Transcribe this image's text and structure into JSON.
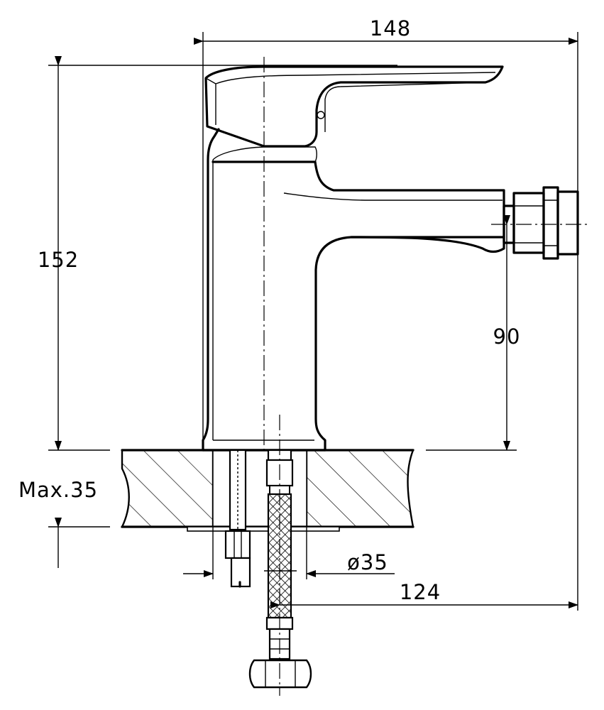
{
  "dimensions": {
    "overall_width": "148",
    "overall_height": "152",
    "spout_height": "90",
    "max_thickness": "Max.35",
    "hole_diameter": "ø35",
    "spout_reach": "124"
  },
  "colors": {
    "line": "#000000",
    "background": "#ffffff"
  }
}
